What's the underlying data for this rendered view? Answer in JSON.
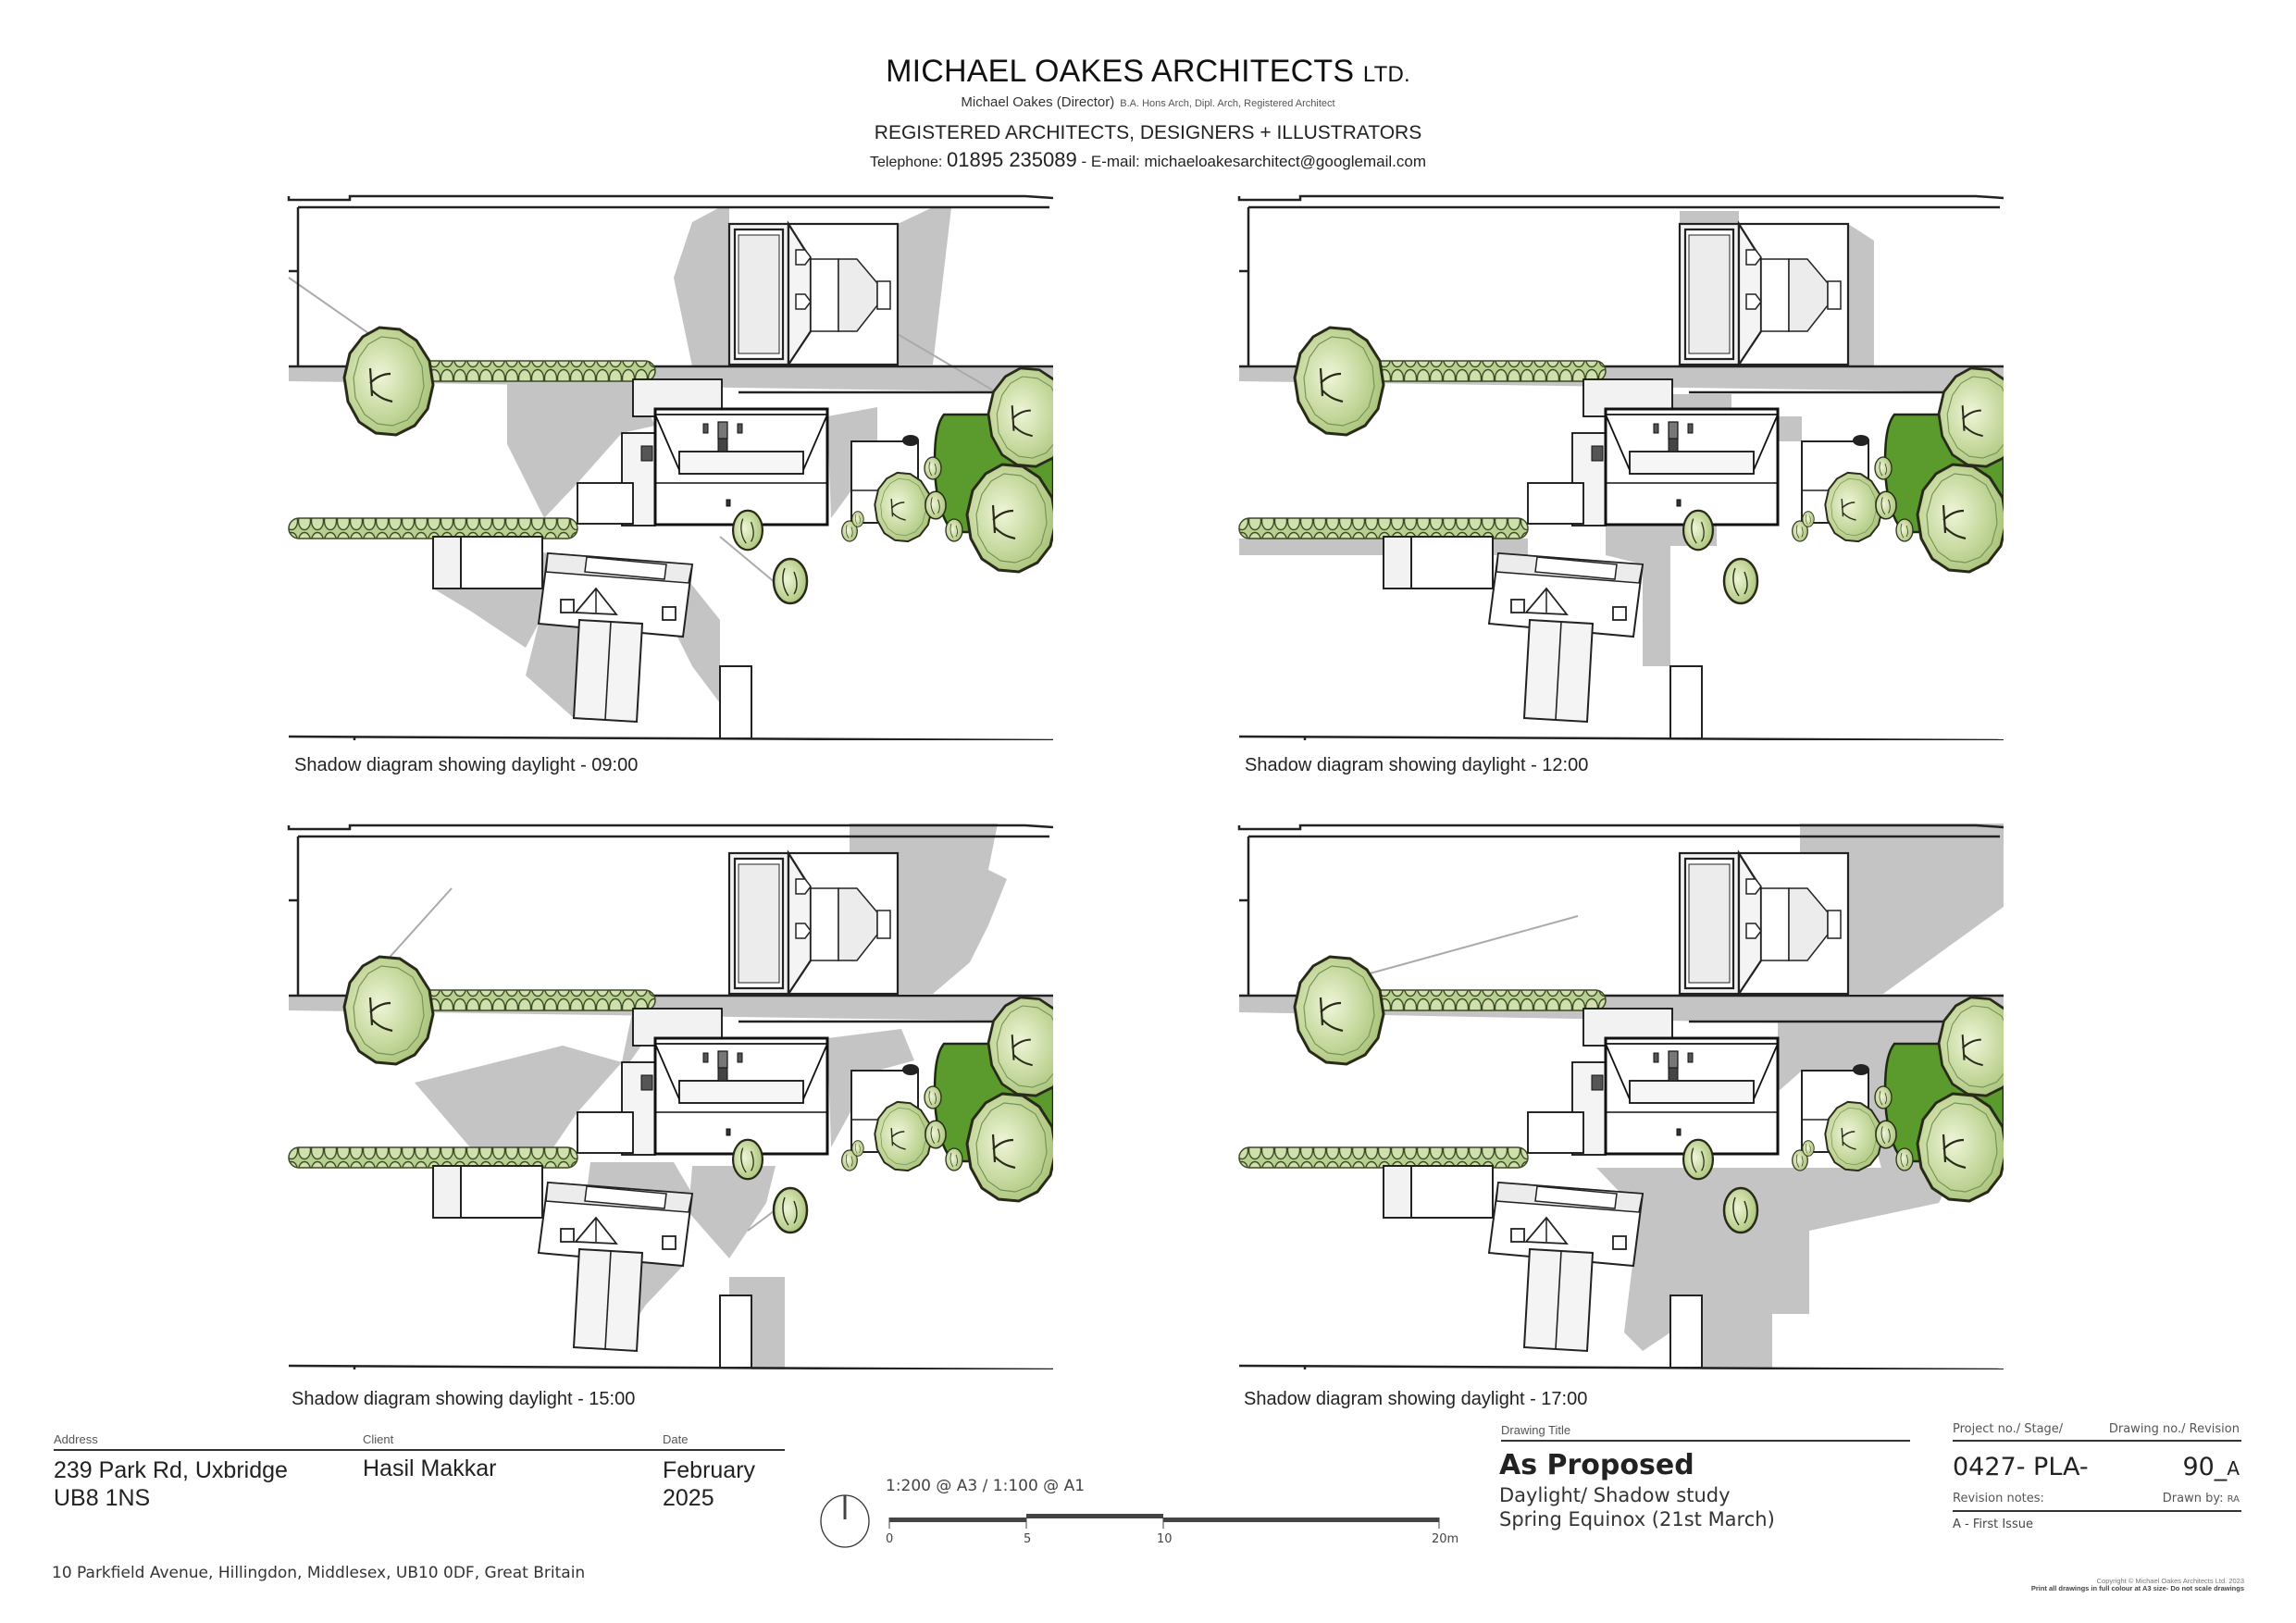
{
  "header": {
    "firm_name": "MICHAEL OAKES ARCHITECTS",
    "firm_suffix": "LTD.",
    "director": "Michael Oakes (Director)",
    "qualifications": "B.A. Hons Arch, Dipl. Arch, Registered Architect",
    "tagline": "REGISTERED ARCHITECTS, DESIGNERS + ILLUSTRATORS",
    "telephone_label": "Telephone:",
    "telephone": "01895 235089",
    "email_label": "- E-mail:",
    "email": "michaeloakesarchitect@googlemail.com"
  },
  "panels": [
    {
      "caption": "Shadow diagram showing daylight - 09:00",
      "time": "09:00"
    },
    {
      "caption": "Shadow diagram showing daylight - 12:00",
      "time": "12:00"
    },
    {
      "caption": "Shadow diagram showing daylight - 15:00",
      "time": "15:00"
    },
    {
      "caption": "Shadow diagram showing daylight - 17:00",
      "time": "17:00"
    }
  ],
  "title_block": {
    "address_label": "Address",
    "address_line1": "239 Park Rd, Uxbridge",
    "address_line2": "UB8 1NS",
    "client_label": "Client",
    "client": "Hasil Makkar",
    "date_label": "Date",
    "date_month": "February",
    "date_year": "2025",
    "scale": "1:200 @ A3 / 1:100 @ A1",
    "scale_ticks": [
      "0",
      "5",
      "10",
      "20m"
    ],
    "drawing_title_label": "Drawing Title",
    "drawing_title": "As Proposed",
    "drawing_subtitle1": "Daylight/ Shadow study",
    "drawing_subtitle2": "Spring Equinox (21st March)",
    "project_label": "Project no./ Stage/",
    "drawing_no_label": "Drawing no./ Revision",
    "project_no": "0427-  PLA-",
    "drawing_no": "90_",
    "revision": "A",
    "revision_notes_label": "Revision notes:",
    "drawn_by_label": "Drawn by:",
    "drawn_by": "RA",
    "revision_first": "A - First Issue",
    "office_address": "10 Parkfield Avenue, Hillingdon, Middlesex, UB10 0DF, Great Britain",
    "copyright": "Copyright © Michael Oakes Architects Ltd. 2023",
    "print_note": "Print all drawings in full colour at A3 size- Do not scale drawings"
  },
  "colors": {
    "shadow": "#c4c4c4",
    "tree_fill": "#c9dba6",
    "lawn": "#5b9a2c",
    "line": "#222222"
  },
  "icons": {
    "north_arrow": "north-arrow-icon"
  }
}
